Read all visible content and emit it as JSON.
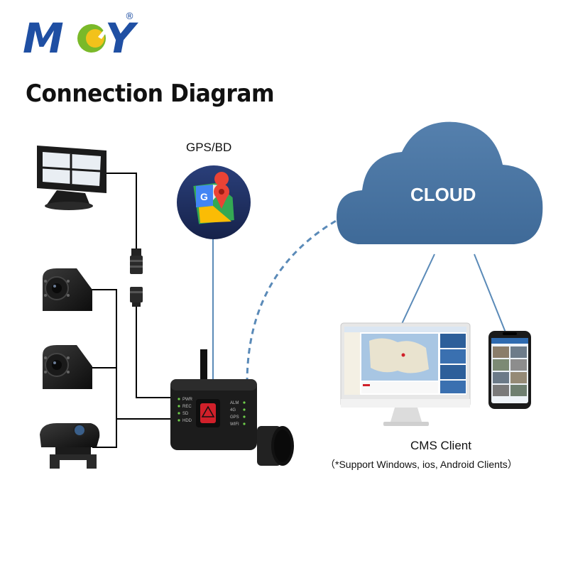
{
  "brand": {
    "logo_text": "MCY",
    "registered_mark": "®",
    "colors": {
      "blue": "#1f4fa3",
      "green": "#7ab929",
      "yellow": "#f2c21b"
    }
  },
  "title": "Connection Diagram",
  "gps": {
    "label": "GPS/BD",
    "icon": "google-maps-icon"
  },
  "cloud": {
    "label": "CLOUD",
    "color": "#4a76a6"
  },
  "dvr": {
    "left_leds": [
      "PWR",
      "REC",
      "SD",
      "HDD"
    ],
    "right_leds": [
      "ALM",
      "4G",
      "GPS",
      "WIFI"
    ]
  },
  "devices": [
    "monitor",
    "side-camera-1",
    "side-camera-2",
    "driver-camera"
  ],
  "cms": {
    "label": "CMS Client",
    "note": "（*Support Windows, ios, Android Clients）"
  },
  "colors": {
    "wire": "#000000",
    "blue_line": "#5a8ab8",
    "dashed": "#5a8ab8"
  }
}
